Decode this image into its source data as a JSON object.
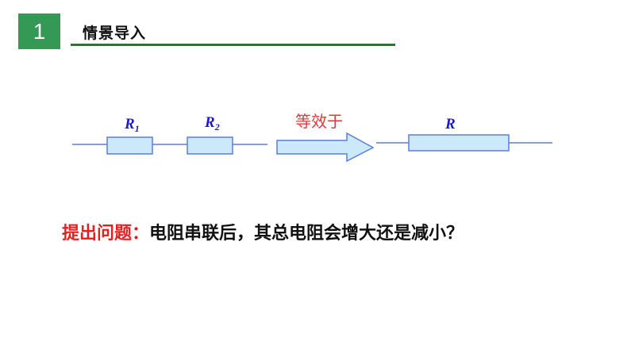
{
  "header": {
    "section_number": "1",
    "section_title": "情景导入"
  },
  "diagram": {
    "series": {
      "r1_label": "R",
      "r1_subscript": "1",
      "r2_label": "R",
      "r2_subscript": "2"
    },
    "equivalence_label": "等效于",
    "equivalent": {
      "r_label": "R"
    },
    "colors": {
      "wire": "#5b7fd6",
      "resistor_fill": "#cce8fb",
      "resistor_stroke": "#5b7fd6",
      "label": "#1a1acc",
      "equivalence_text": "#e03a3a"
    }
  },
  "question": {
    "label": "提出问题：",
    "text": "电阻串联后，其总电阻会增大还是减小？"
  }
}
